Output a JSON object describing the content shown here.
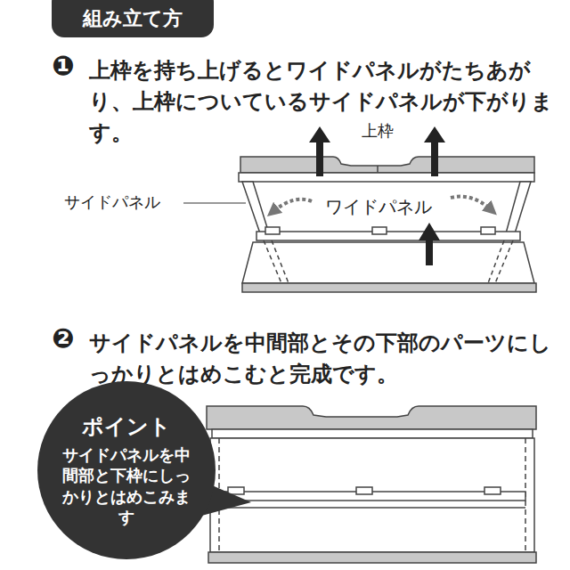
{
  "diagram": {
    "nodes": [
      {
        "text": [
          "組み立て方"
        ]
      },
      {
        "text": [
          "ポイント",
          "サイドパネルを中間部と下枠にしっかりとはめこみます"
        ]
      }
    ],
    "labels": [
      "❶",
      "上枠を持ち上げるとワイドパネルがたちあがり、上枠についているサイドパネルが下がります。",
      "上枠",
      "サイドパネル",
      "ワイドパネル",
      "❷",
      "サイドパネルを中間部とその下部のパーツにしっかりとはめこむと完成です。"
    ]
  }
}
